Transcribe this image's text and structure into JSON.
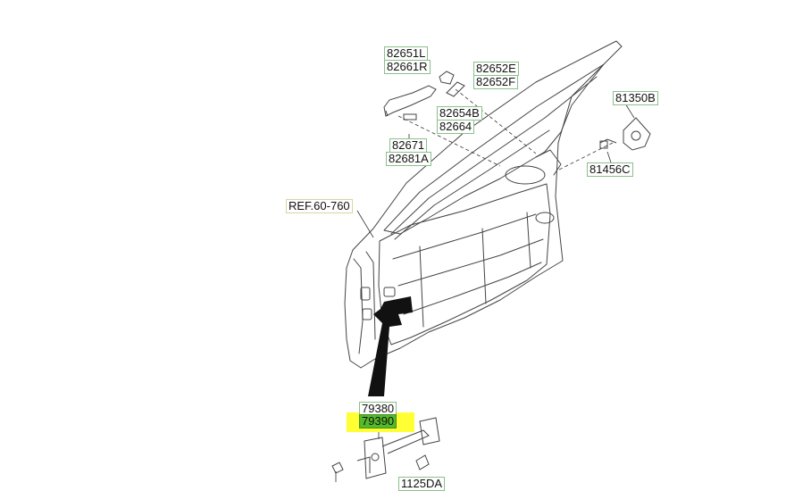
{
  "highlight_color": "#ffff33",
  "selected_color": "#55b92b",
  "labels": {
    "p82651L": "82651L",
    "p82661R": "82661R",
    "p82652E": "82652E",
    "p82652F": "82652F",
    "p82654B": "82654B",
    "p82664": "82664",
    "p82671": "82671",
    "p82681A": "82681A",
    "p81350B": "81350B",
    "p81456C": "81456C",
    "ref": "REF.60-760",
    "p79380": "79380",
    "p79390": "79390",
    "p1125DA": "1125DA"
  }
}
